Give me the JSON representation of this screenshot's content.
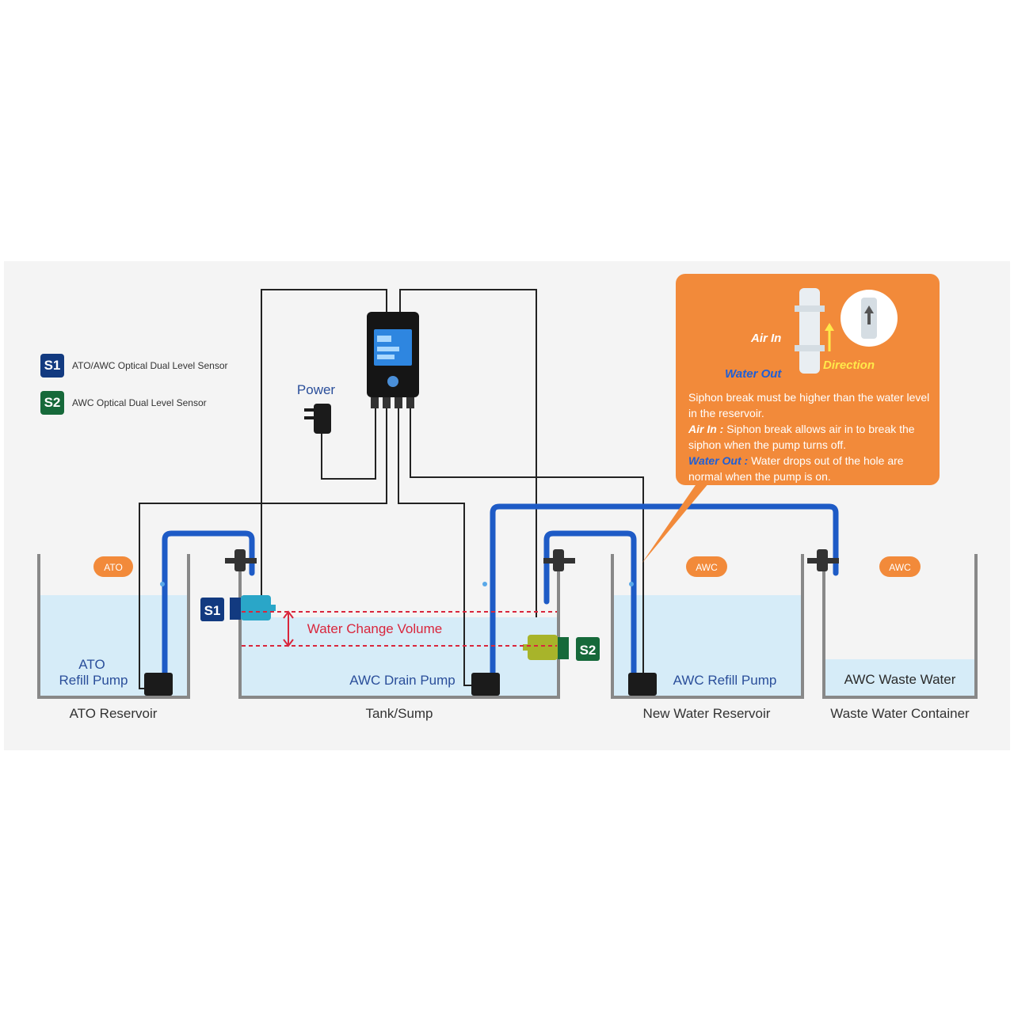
{
  "legend": [
    {
      "badge": "S1",
      "text": "ATO/AWC Optical Dual Level Sensor",
      "color": "#123a80"
    },
    {
      "badge": "S2",
      "text": "AWC Optical Dual Level Sensor",
      "color": "#16693a"
    }
  ],
  "power_label": "Power",
  "water_change_volume": "Water Change Volume",
  "containers": {
    "ato_reservoir": "ATO Reservoir",
    "tank_sump": "Tank/Sump",
    "new_water_reservoir": "New Water Reservoir",
    "waste_water_container": "Waste Water Container"
  },
  "pumps": {
    "ato_refill_line1": "ATO",
    "ato_refill_line2": "Refill Pump",
    "awc_drain": "AWC Drain Pump",
    "awc_refill": "AWC Refill Pump",
    "awc_waste_water": "AWC Waste Water"
  },
  "tags": {
    "ato": "ATO",
    "awc1": "AWC",
    "awc2": "AWC"
  },
  "sensor_badges": {
    "s1": "S1",
    "s2": "S2"
  },
  "callout": {
    "air_in": "Air In",
    "water_out": "Water Out",
    "direction": "Direction",
    "line1": "Siphon break must be higher than the water level in the reservoir.",
    "air_in_key": "Air In :",
    "air_in_text": " Siphon break allows air in to break the siphon when the pump turns off.",
    "water_out_key": "Water Out :",
    "water_out_text": " Water drops out of the hole are normal when the pump is on."
  },
  "colors": {
    "water": "#d6ecf8",
    "hose": "#1e5bc6",
    "wire": "#222222",
    "callout": "#f28a3a",
    "tag": "#f28a3a",
    "volume_line": "#d9263c",
    "s1": "#123a80",
    "s2": "#16693a",
    "panel": "#f4f4f4"
  }
}
